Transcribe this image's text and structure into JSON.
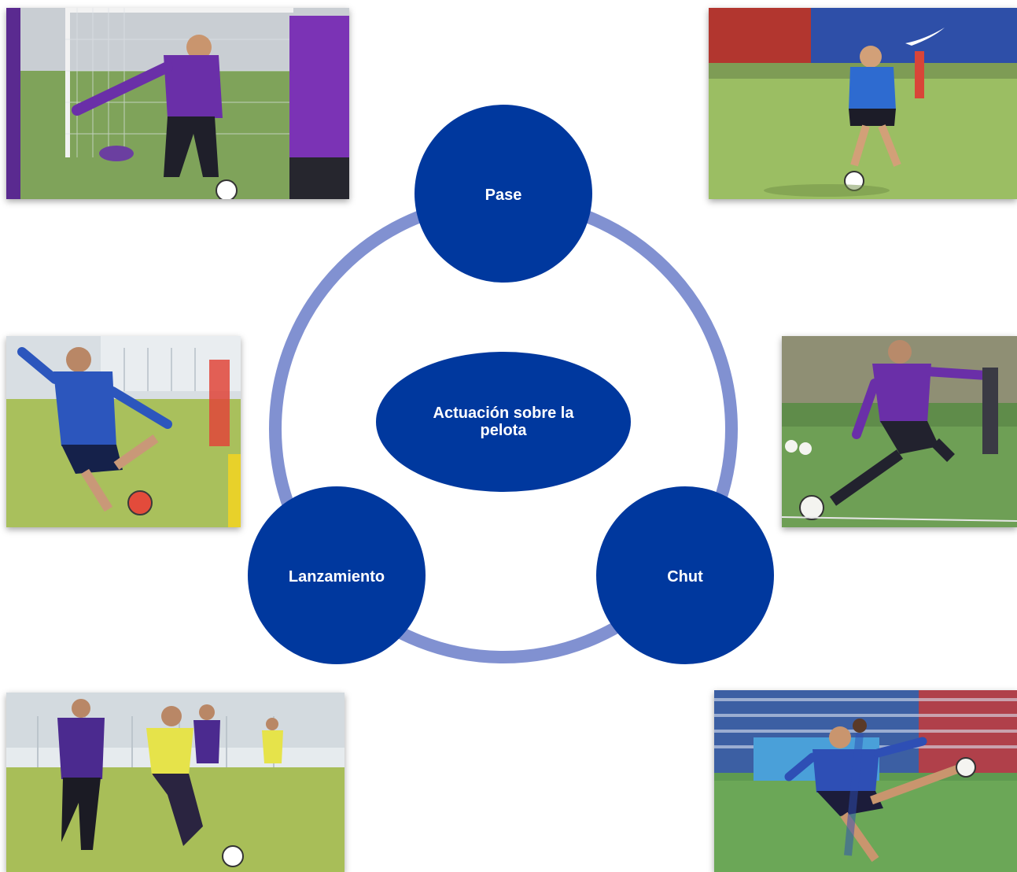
{
  "colors": {
    "node_fill": "#00389E",
    "ring": "#8191D1",
    "label": "#FFFFFF"
  },
  "center": {
    "label": "Actuación sobre la pelota"
  },
  "nodes": [
    {
      "id": "pase",
      "label": "Pase"
    },
    {
      "id": "chut",
      "label": "Chut"
    },
    {
      "id": "lanzamiento",
      "label": "Lanzamiento"
    }
  ],
  "photos": [
    {
      "id": "photo-top-left",
      "subject": "player-kicking-ball-near-goal"
    },
    {
      "id": "photo-top-right",
      "subject": "player-passing-ball"
    },
    {
      "id": "photo-middle-left",
      "subject": "player-striking-ball"
    },
    {
      "id": "photo-middle-right",
      "subject": "player-shooting-ball"
    },
    {
      "id": "photo-bottom-left",
      "subject": "players-contesting-ball"
    },
    {
      "id": "photo-bottom-right",
      "subject": "player-volleying-ball"
    }
  ]
}
